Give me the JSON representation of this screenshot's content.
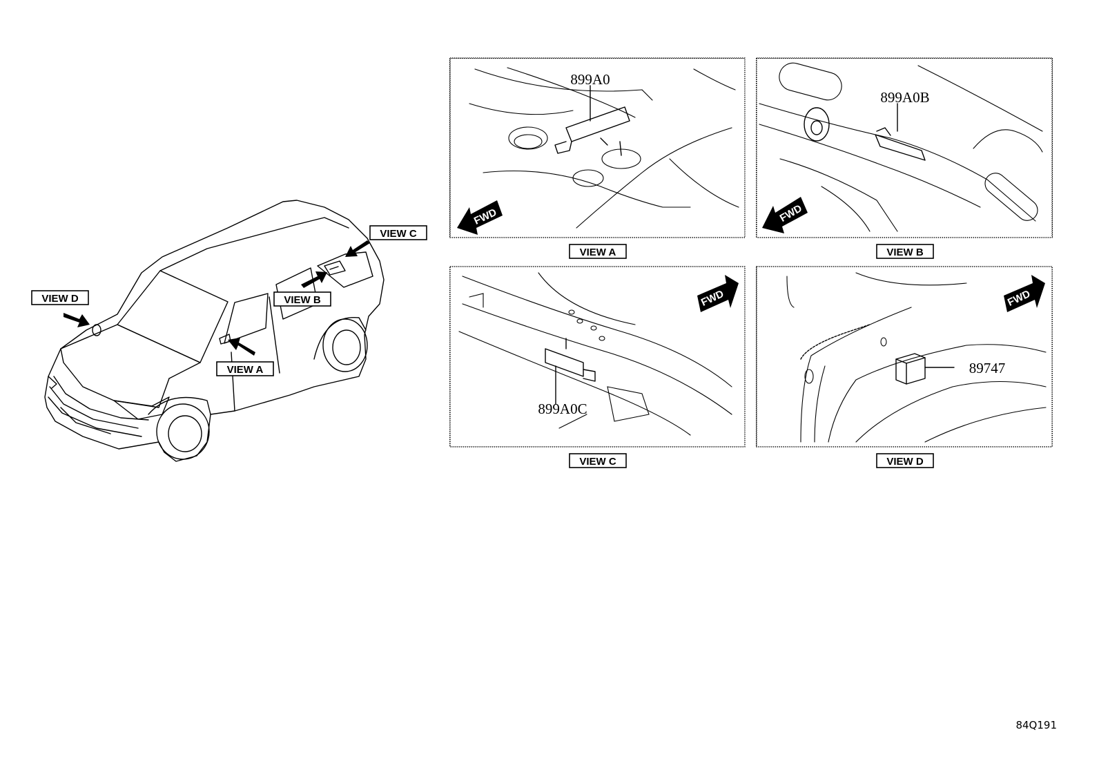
{
  "diagram": {
    "overview_labels": {
      "view_a": "VIEW A",
      "view_b": "VIEW B",
      "view_c": "VIEW C",
      "view_d": "VIEW D"
    },
    "panels": [
      {
        "caption": "VIEW A",
        "part_number": "899A0",
        "direction": "FWD"
      },
      {
        "caption": "VIEW B",
        "part_number": "899A0B",
        "direction": "FWD"
      },
      {
        "caption": "VIEW C",
        "part_number": "899A0C",
        "direction": "FWD"
      },
      {
        "caption": "VIEW D",
        "part_number": "89747",
        "direction": "FWD"
      }
    ],
    "figure_code": "84Q191"
  }
}
